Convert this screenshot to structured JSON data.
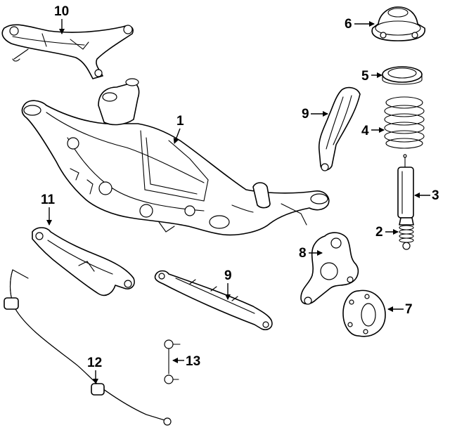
{
  "callouts": {
    "c1": "1",
    "c2": "2",
    "c3": "3",
    "c4": "4",
    "c5": "5",
    "c6": "6",
    "c7": "7",
    "c8": "8",
    "c9a": "9",
    "c9b": "9",
    "c10": "10",
    "c11": "11",
    "c12": "12",
    "c13": "13"
  },
  "colors": {
    "line": "#000000",
    "background": "#ffffff"
  }
}
